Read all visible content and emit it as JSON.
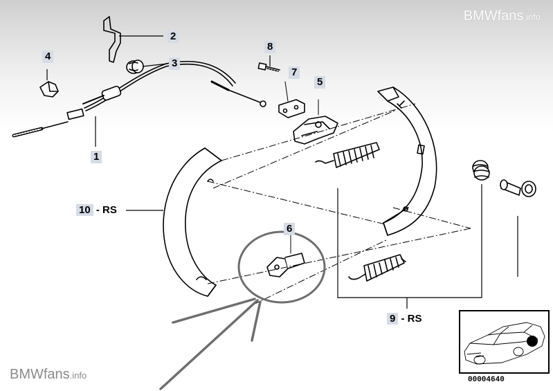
{
  "watermark": {
    "brand": "BMWfans",
    "suffix": ".info"
  },
  "callouts": [
    {
      "id": "1",
      "text": "1"
    },
    {
      "id": "2",
      "text": "2"
    },
    {
      "id": "3",
      "text": "3"
    },
    {
      "id": "4",
      "text": "4"
    },
    {
      "id": "5",
      "text": "5"
    },
    {
      "id": "6",
      "text": "6"
    },
    {
      "id": "7",
      "text": "7"
    },
    {
      "id": "8",
      "text": "8"
    },
    {
      "id": "9",
      "text": "9"
    },
    {
      "id": "10",
      "text": "10"
    }
  ],
  "suffix_rs": " - RS",
  "inset": {
    "code": "00004640"
  }
}
